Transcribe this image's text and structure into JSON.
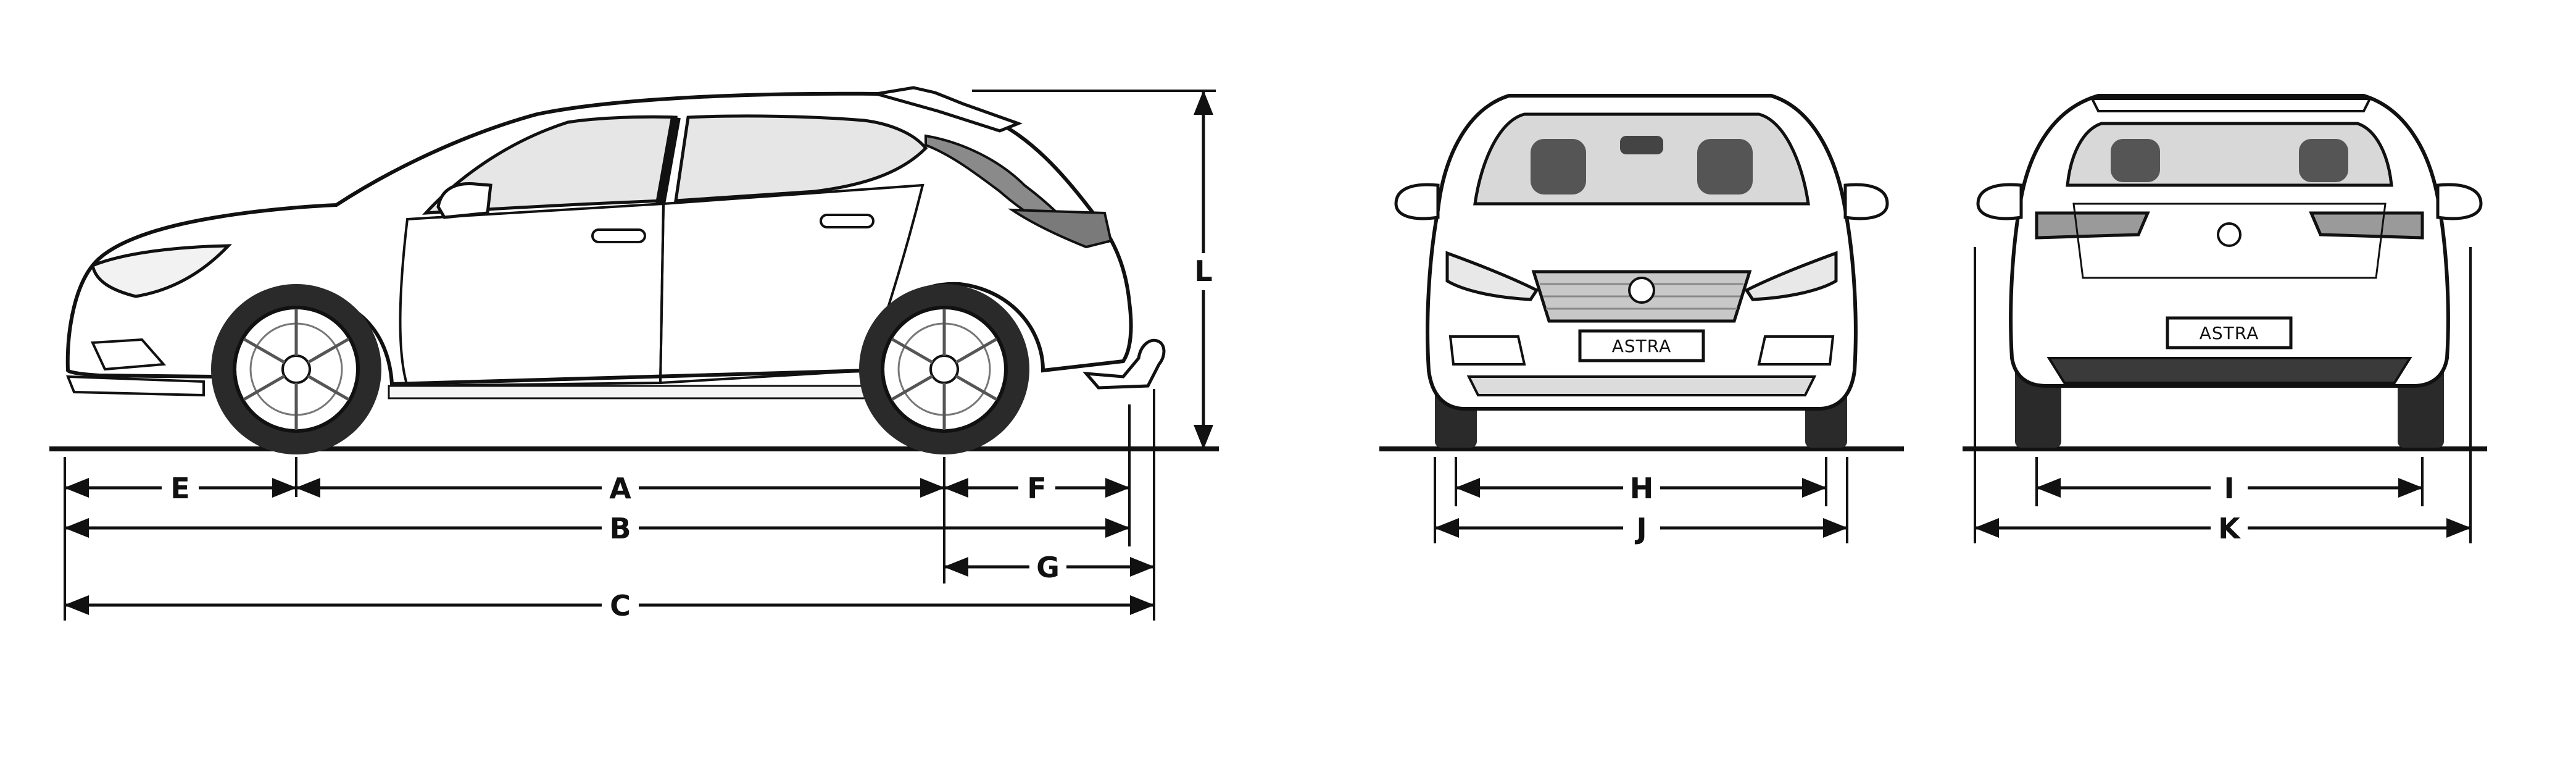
{
  "diagram": {
    "subject": "Opel Astra hatchback with tow bar",
    "views": [
      "side",
      "front",
      "rear"
    ]
  },
  "plates": {
    "front": "ASTRA",
    "rear": "ASTRA"
  },
  "dimensions": {
    "A": "A",
    "B": "B",
    "C": "C",
    "E": "E",
    "F": "F",
    "G": "G",
    "H": "H",
    "I": "I",
    "J": "J",
    "K": "K",
    "L": "L"
  },
  "colors": {
    "line": "#111111",
    "body_fill": "#ffffff",
    "glass": "#d8d8d8",
    "dark_glass": "#8a8a8a",
    "tyre": "#2a2a2a"
  }
}
